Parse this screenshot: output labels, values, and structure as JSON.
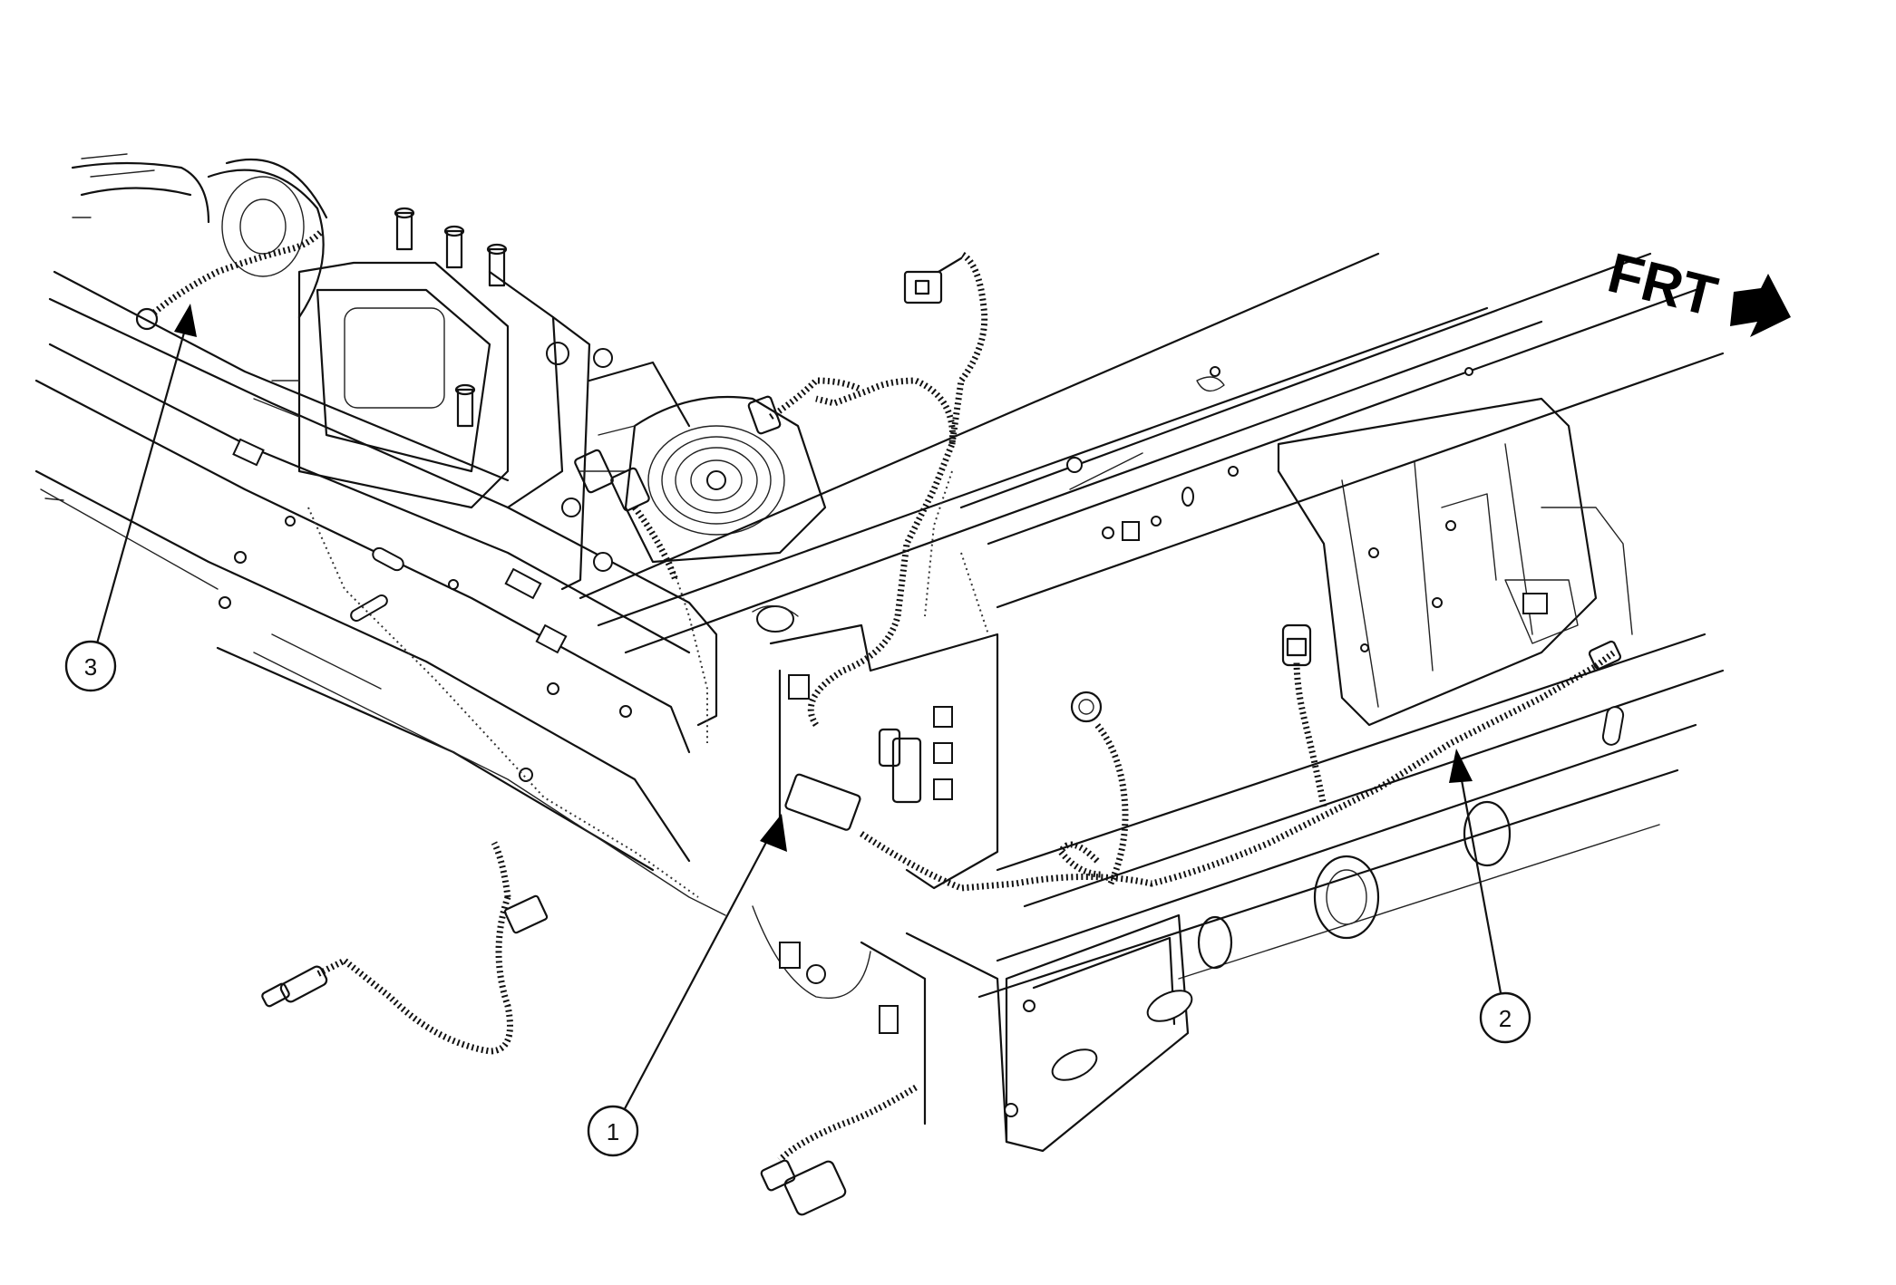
{
  "direction_indicator": {
    "label": "FRT",
    "arrow_icon": "arrow-right-icon"
  },
  "callouts": [
    {
      "id": "callout-1",
      "number": "1"
    },
    {
      "id": "callout-2",
      "number": "2"
    },
    {
      "id": "callout-3",
      "number": "3"
    }
  ],
  "colors": {
    "ink": "#111111",
    "background": "#ffffff"
  }
}
